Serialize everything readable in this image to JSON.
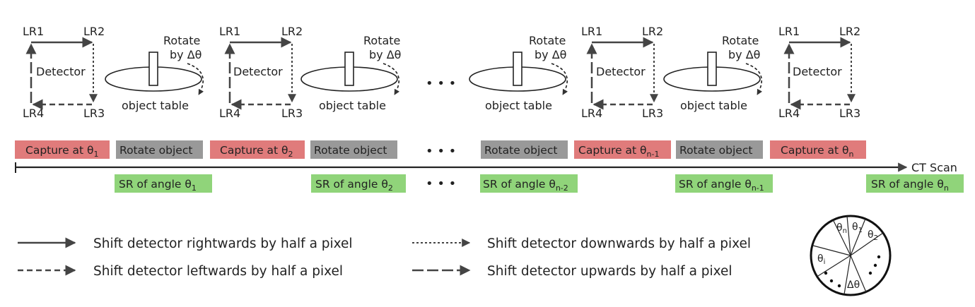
{
  "detector": {
    "corner_lr1": "LR1",
    "corner_lr2": "LR2",
    "corner_lr3": "LR3",
    "corner_lr4": "LR4",
    "label": "Detector"
  },
  "rotation": {
    "rotate_line1": "Rotate",
    "rotate_line2": "by Δθ",
    "table_label": "object table"
  },
  "ellipsis": "• • •",
  "timeline": {
    "capture_prefix": "Capture at θ",
    "rotate_label": "Rotate object",
    "sr_prefix": "SR of angle θ",
    "subscripts": {
      "one": "1",
      "two": "2",
      "n_minus_1": "n-1",
      "n": "n",
      "n_minus_2": "n-2"
    },
    "axis_label": "CT Scan"
  },
  "legend": {
    "rightwards": "Shift detector rightwards by half a pixel",
    "leftwards": "Shift detector leftwards by half a pixel",
    "downwards": "Shift detector downwards by half a pixel",
    "upwards": "Shift detector upwards by half a pixel"
  },
  "circle_diagram": {
    "theta_n": "θ",
    "theta_n_sub": "n",
    "theta_1": "θ",
    "theta_1_sub": "1",
    "theta_2": "θ",
    "theta_2_sub": "2",
    "theta_i": "θ",
    "theta_i_sub": "i",
    "delta_theta": "Δθ"
  },
  "colors": {
    "capture": "#e07b7b",
    "rotate": "#999999",
    "sr": "#90d47a",
    "stroke": "#444444"
  }
}
